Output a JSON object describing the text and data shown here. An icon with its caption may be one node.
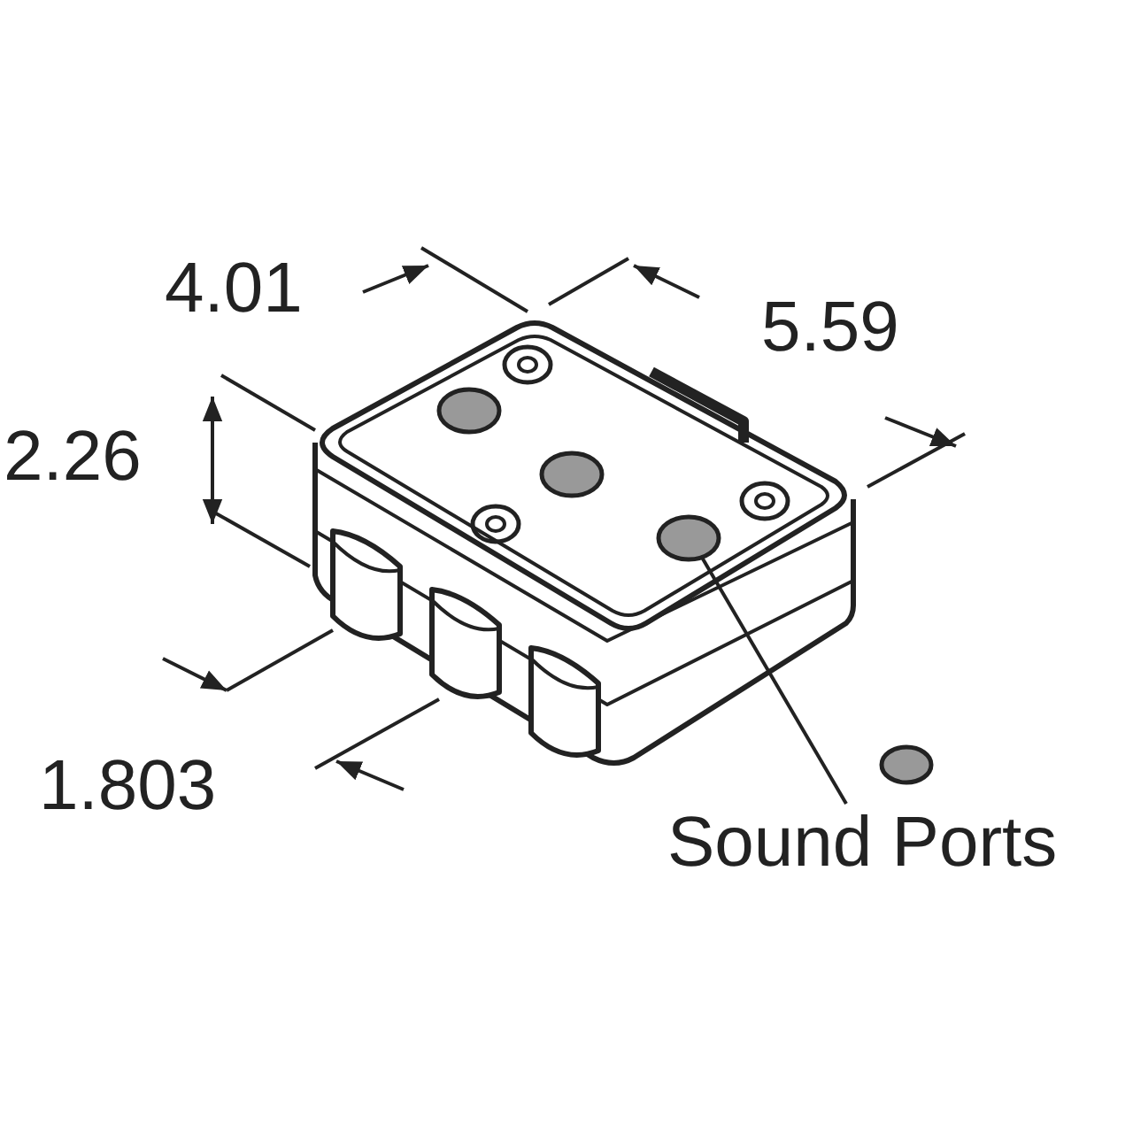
{
  "diagram": {
    "nodes": [
      {
        "text": [
          "Sound Ports"
        ]
      },
      {
        "text": [],
        "shape": "circle"
      }
    ],
    "edges": [
      {
        "from": 0,
        "to": 1,
        "arrow": "none"
      }
    ],
    "labels": [
      "4.01",
      "5.59",
      "2.26",
      "1.803"
    ]
  }
}
